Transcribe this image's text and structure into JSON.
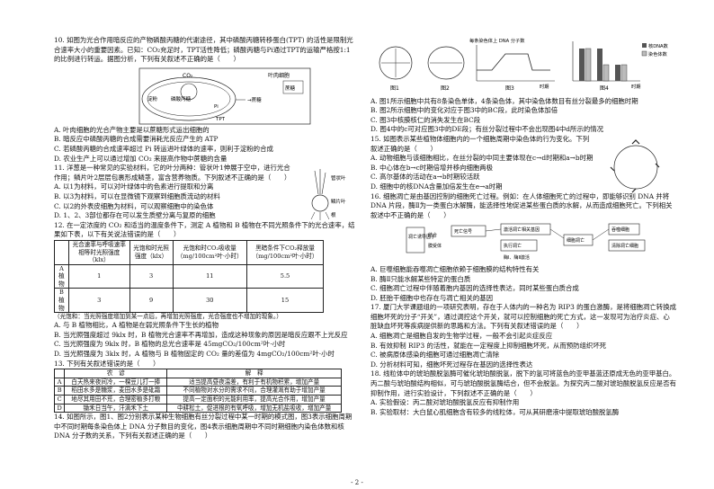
{
  "q10": {
    "stem": "10. 如图为光合作用暗反应的产物磷酸丙糖的代谢途径，其中磷酸丙糖转移蛋白(TPT) 的活性是限制光合速率大小的重要因素。已知：CO₂充足时，TPT活性降低；磷酸丙糖与Pi通过TPT的运输严格按1:1的比例进行转运。据图分析，下列有关叙述不正确的是（　　）",
    "fig": {
      "co2": "CO₂",
      "leaf": "叶肉细胞",
      "cycle": "卡尔文循环",
      "starch": "淀粉",
      "tp": "磷酸丙糖",
      "pi": "Pi",
      "tpt": "TPT",
      "sucrose": "→蔗糖",
      "s2": "蔗糖"
    },
    "A": "A. 叶肉细胞的光合产物主要是以蔗糖形式运出细胞的",
    "B": "B. 暗反应中磷酸丙糖的合成需要消耗光反应产生的 ATP",
    "C": "C. 若磷酸丙糖的合成速率超过 Pi 转运进叶绿体的速率，则利于淀粉的合成",
    "D": "D. 农业生产上可以通过增加 CO₂ 来提高作物中蔗糖的含量"
  },
  "q11": {
    "stem": "11. 洋葱是一种常见的实验材料，它的叶分两种：管状叶1伸展于空中，进行光合作用；鳞片叶2层层包裹形成鳞茎，富含营养物质。下列叙述不正确的是（　　）",
    "fig": {
      "l1": "管状叶",
      "l2": "鳞片叶",
      "l3": "根"
    },
    "A": "A. 以1为材料，可以对叶绿体中的色素进行提取和分离",
    "B": "B. 以3为材料，可以在显微镜下观察到细胞质流动的材料",
    "C": "C. 以2的外表皮细胞为材料，可以观察细胞中的染色体",
    "D": "D. 1、2、3部位都存在可以发生质壁分离与复原的细胞"
  },
  "q12": {
    "stem": "12. 在一定浓度的 CO₂ 和适当的温度条件下，测定 A 植物和 B 植物在不同光照条件下的光合速率，结果如下表，以下有关说法错误的是（　　）",
    "headers": [
      "",
      "光合速率与呼吸速率相等时光照强度（klx）",
      "光饱和时光照强度（klx）",
      "光饱和时CO₂吸收量（mg/100cm²叶·小时）",
      "黑暗条件下CO₂释放量（mg/100cm²叶·小时）"
    ],
    "rows": [
      [
        "A植物",
        "1",
        "3",
        "11",
        "5.5"
      ],
      [
        "B植物",
        "3",
        "9",
        "30",
        "15"
      ]
    ],
    "note": "（光饱和：当光照强度增加到某一点后，再增加光照强度，光合强度也不增加的现象。）",
    "A": "A. 与 B 植物相比，A 植物是在弱光照条件下生长的植物",
    "B": "B. 当光照强度超过 9klx 时，B 植物光合速率不再增加，造成这种现象的原因是暗反应跟不上光反应",
    "C": "C. 当光照强度为 9klx 时，B 植物的总光合速率是 45mgCO₂/100cm²叶·小时",
    "D": "D. 当光照强度为 3klx 时，A 植物与 B 植物固定的 CO₂ 量的差值为 4mgCO₂/100cm²叶·小时"
  },
  "q13": {
    "stem": "13. 下列有关叙述错误的是（　　）",
    "headers": [
      "",
      "农　谚",
      "解　释"
    ],
    "rows": [
      [
        "A",
        "白天热来夜间冷，一棵豆儿打一捧",
        "适当提高昼夜温差，有利于有机物积累，增加产量"
      ],
      [
        "B",
        "稻田水多是糖浆，麦田水多是砒霜",
        "不同植物对水分的需求不同，合理灌溉有助于增加产量"
      ],
      [
        "C",
        "地尽其用田不荒，合理密植多打粮",
        "提高一定面积的光能利用率，提高光合作用，增加产量"
      ],
      [
        "D",
        "锄禾日当午，汗滴禾下土",
        "中耕松土，促进根的有氧呼吸，增加无机盐吸收，增加产量"
      ]
    ]
  },
  "q14": {
    "stem": "14. 如图所示，图1、图2分别表示某种生物细胞有丝分裂过程中某一时期的模式图，图3表示细胞周期中不同时期每条染色体上 DNA 分子数目的变化，图4表示细胞周期中不同时期细胞内染色体数和核 DNA 分子数的关系，下列有关叙述正确的是（　　）",
    "fig": {
      "f1": "图1",
      "f2": "图2",
      "f3": "图3",
      "f4": "图4",
      "y3": "每条染色体上 DNA 分子数",
      "t": "时期",
      "leg1": "核DNA数",
      "leg2": "染色体数"
    },
    "A": "A. 图1所示细胞中共有8条染色单体，4条染色体，其中染色体数目有丝分裂最多的细胞时期",
    "B": "B. 图2所示细胞中的变化对应于图3中的BC段，此时染色体加倍",
    "C": "C. 图3中核膜核仁的消失发生在BC段",
    "D": "D. 图4中的c可对应图3中的DE段；有丝分裂过程中不会出现图4中d所示的情况"
  },
  "q15": {
    "stem": "15. 如图表示某些植物体细胞内的一个细胞周期中染色体的行为变化。下列叙述正确的是（　　）",
    "A": "A. 动物细胞与该细胞相比，在丝分裂的中同主要体现在c→d时期和a→b时期",
    "B": "B. 中心体在b→c时期倍增并移向细胞两极",
    "C": "C. 高尔基体的活动在a→b时期较活跃",
    "D": "D. 细胞中的核DNA含量加倍发生在e→a时期"
  },
  "q16": {
    "stem": "16. 细胞凋亡是由基因控制的细胞死亡过程。例如：在人体细胞死亡的过程中，即能够识别 DNA 并将 DNA 片段，酶Ⅱ为一类蛋白水解酶，能选择性地促进某些蛋白质的水解，从而造成细胞死亡。下列相关叙述中不正确的是（　　）",
    "fig": {
      "b1": "凋亡诱导因子",
      "b2": "死亡信号",
      "b3": "激活凋亡相关基因",
      "b4": "执行凋亡",
      "b5": "细胞凋亡",
      "b6": "酶Ⅰ、酶Ⅱ激活",
      "b7": "吞噬细胞",
      "b8": "清除凋亡细胞",
      "e1": "结合",
      "e2": "膜受体"
    },
    "A": "A. 巨噬细胞能吞噬凋亡细胞依赖于细胞膜的结构特性有关",
    "B": "B. 酶Ⅱ只能水解某些特定的蛋白质",
    "C": "C. 细胞凋亡过程中伴随着胞内基因的选择性表达，同时某些蛋白质合成",
    "D": "D. 胚胎干细胞中也存在与凋亡相关的基因"
  },
  "q17": {
    "stem": "17. 厦门大学课题组的一项研究表明，存在于人体内的一种名为 RIP3 的蛋白激酶，是将细胞凋亡转换成细胞坏死的分子“开关”，通过调控这个开关，就可以控制细胞的死亡方式，这一发现可为治疗炎症、心脏缺血坏死等疾病提供新的思路和方法。下列有关叙述错误的是（　　）",
    "A": "A. 细胞凋亡是细胞自发的生物学过程，一般不会引起炎症反应",
    "B": "B. 有效抑制 RIP3 的活性，就能在一定程度上抑制细胞坏死，从而预防组织坏死",
    "C": "C. 被病原体感染的细胞可通过细胞凋亡清除",
    "D": "D. 分析材料可知，细胞坏死过程存在基因的选择性表达"
  },
  "q18": {
    "stem": "18. 线粒体中的琥珀酸脱氢酶可催化琥珀酸脱氢，脱下的氢可将蓝色的亚甲基蓝还原成无色的亚甲基白。丙二酸与琥珀酸结构相似，可与琥珀酸脱氢酶结合，但不会脱氢。为探究丙二酸对琥珀酸脱氢反应是否有抑制作用，进行实验设计，下列叙述不正确的是（　　）",
    "A": "A. 实验假设：丙二酸对琥珀酸脱氢反应有抑制作用",
    "B": "B. 实验取材：大白鼠心肌细胞含有较多的线粒体，可从其研磨液中提取琥珀酸脱氢酶"
  },
  "page": "- 2 -"
}
